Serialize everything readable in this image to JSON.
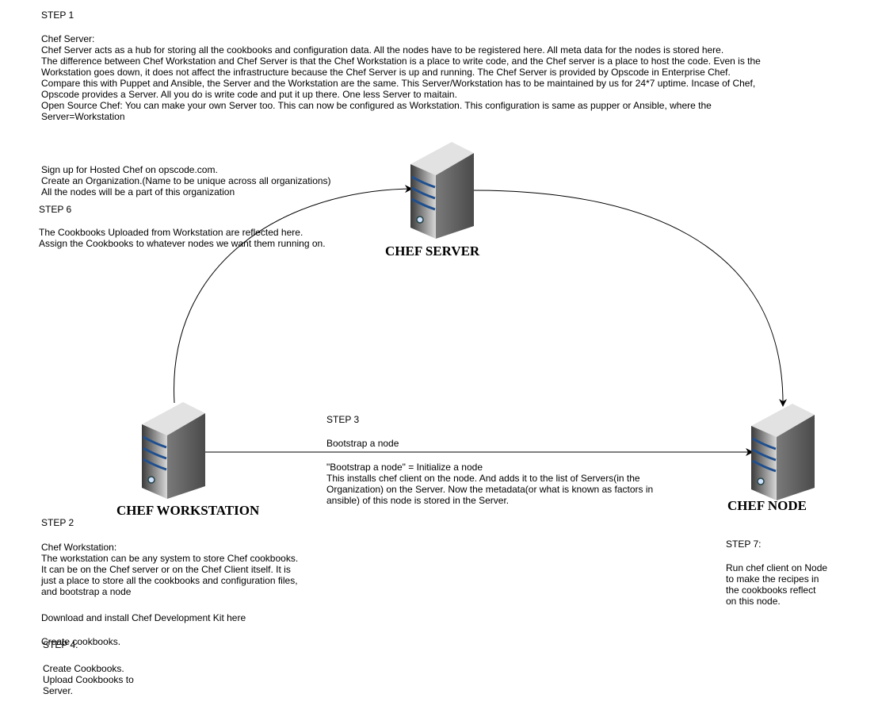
{
  "step1": {
    "heading": "STEP 1",
    "body": "Chef Server:\nChef Server acts as a hub for storing all the cookbooks and configuration data. All the nodes have to be registered here. All meta data for the nodes is stored here.\nThe difference between Chef Workstation and Chef Server is that the Chef Workstation is a place to write code, and the Chef server is a place to host the code. Even is the\nWorkstation goes down, it does not affect the infrastructure because the Chef Server is up and running. The Chef Server is provided by Opscode in Enterprise Chef.\nCompare this with Puppet and Ansible, the Server and the Workstation are the same. This Server/Workstation has to be maintained by us for 24*7 uptime. Incase of Chef,\nOpscode provides a Server. All you do is write code and put it up there. One less Server to maitain.\nOpen Source Chef: You can make your own Server too. This can now be configured as Workstation. This configuration is same as pupper or Ansible, where the\nServer=Workstation"
  },
  "signup": {
    "body": "Sign up for Hosted Chef on opscode.com.\nCreate an Organization.(Name to be unique across all organizations)\nAll the nodes will be a part of this organization"
  },
  "step6": {
    "heading": "STEP 6",
    "body": "The Cookbooks Uploaded from Workstation are reflected here.\nAssign the Cookbooks to whatever nodes we want them running on."
  },
  "step3": {
    "heading": "STEP 3",
    "subheading": "Bootstrap a node",
    "body": "\"Bootstrap a node\" = Initialize a node\nThis installs chef client on the node. And adds it to the list of Servers(in the\nOrganization) on the Server. Now the metadata(or what is known as factors in\nansible) of this node is stored in the Server."
  },
  "step2": {
    "heading": "STEP 2",
    "body": "Chef Workstation:\nThe workstation can be any system to store Chef cookbooks.\nIt can be on the Chef server or on the Chef Client itself. It is\njust a place to store all the cookbooks and configuration files,\nand bootstrap a node",
    "download": "Download and install Chef Development Kit here",
    "create": "Create cookbooks."
  },
  "step4": {
    "heading": "STEP 4:",
    "body": "Create Cookbooks.\nUpload Cookbooks to\nServer."
  },
  "step7": {
    "heading": "STEP 7:",
    "body": "Run chef client on Node\nto make the recipes in\nthe cookbooks reflect\non this node."
  },
  "nodes": {
    "server": "CHEF SERVER",
    "workstation": "CHEF WORKSTATION",
    "node": "CHEF NODE"
  },
  "icons": {
    "server_icon": "server-tower",
    "stripe_color": "#1f4f8f",
    "body_color": "#555555"
  }
}
